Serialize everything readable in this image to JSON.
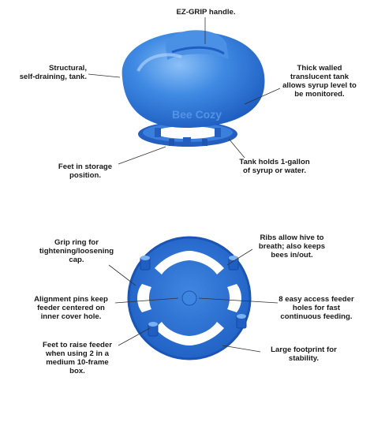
{
  "top": {
    "handle": "EZ-GRIP handle.",
    "tank": "Structural,\nself-draining, tank.",
    "translucent": "Thick walled\ntranslucent tank\nallows syrup level to\nbe monitored.",
    "feet_storage": "Feet in storage\nposition.",
    "capacity": "Tank holds 1-gallon\nof syrup or water.",
    "embossed": "Bee Cozy"
  },
  "bottom": {
    "grip_ring": "Grip ring for\ntightening/loosening\ncap.",
    "ribs": "Ribs allow hive to\nbreath; also keeps\nbees in/out.",
    "pins": "Alignment pins keep\nfeeder centered on\ninner cover hole.",
    "holes": "8 easy access feeder\nholes for fast\ncontinuous feeding.",
    "feet_raise": "Feet to raise feeder\nwhen using 2 in a\nmedium 10-frame\nbox.",
    "footprint": "Large footprint for\nstability."
  },
  "colors": {
    "blue": "#2f78d8",
    "blue_dark": "#1a55b4",
    "blue_light": "#6aa5ef",
    "text": "#1a1a1a"
  }
}
